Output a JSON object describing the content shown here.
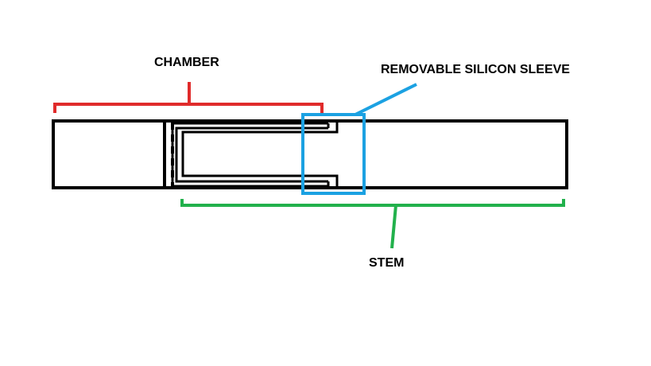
{
  "labels": {
    "chamber": "CHAMBER",
    "sleeve": "REMOVABLE SILICON SLEEVE",
    "stem": "STEM"
  },
  "colors": {
    "outline": "#000000",
    "chamber_bracket": "#e02b2b",
    "stem_bracket": "#22b14c",
    "sleeve_highlight": "#1ba1e2",
    "background": "#ffffff"
  }
}
